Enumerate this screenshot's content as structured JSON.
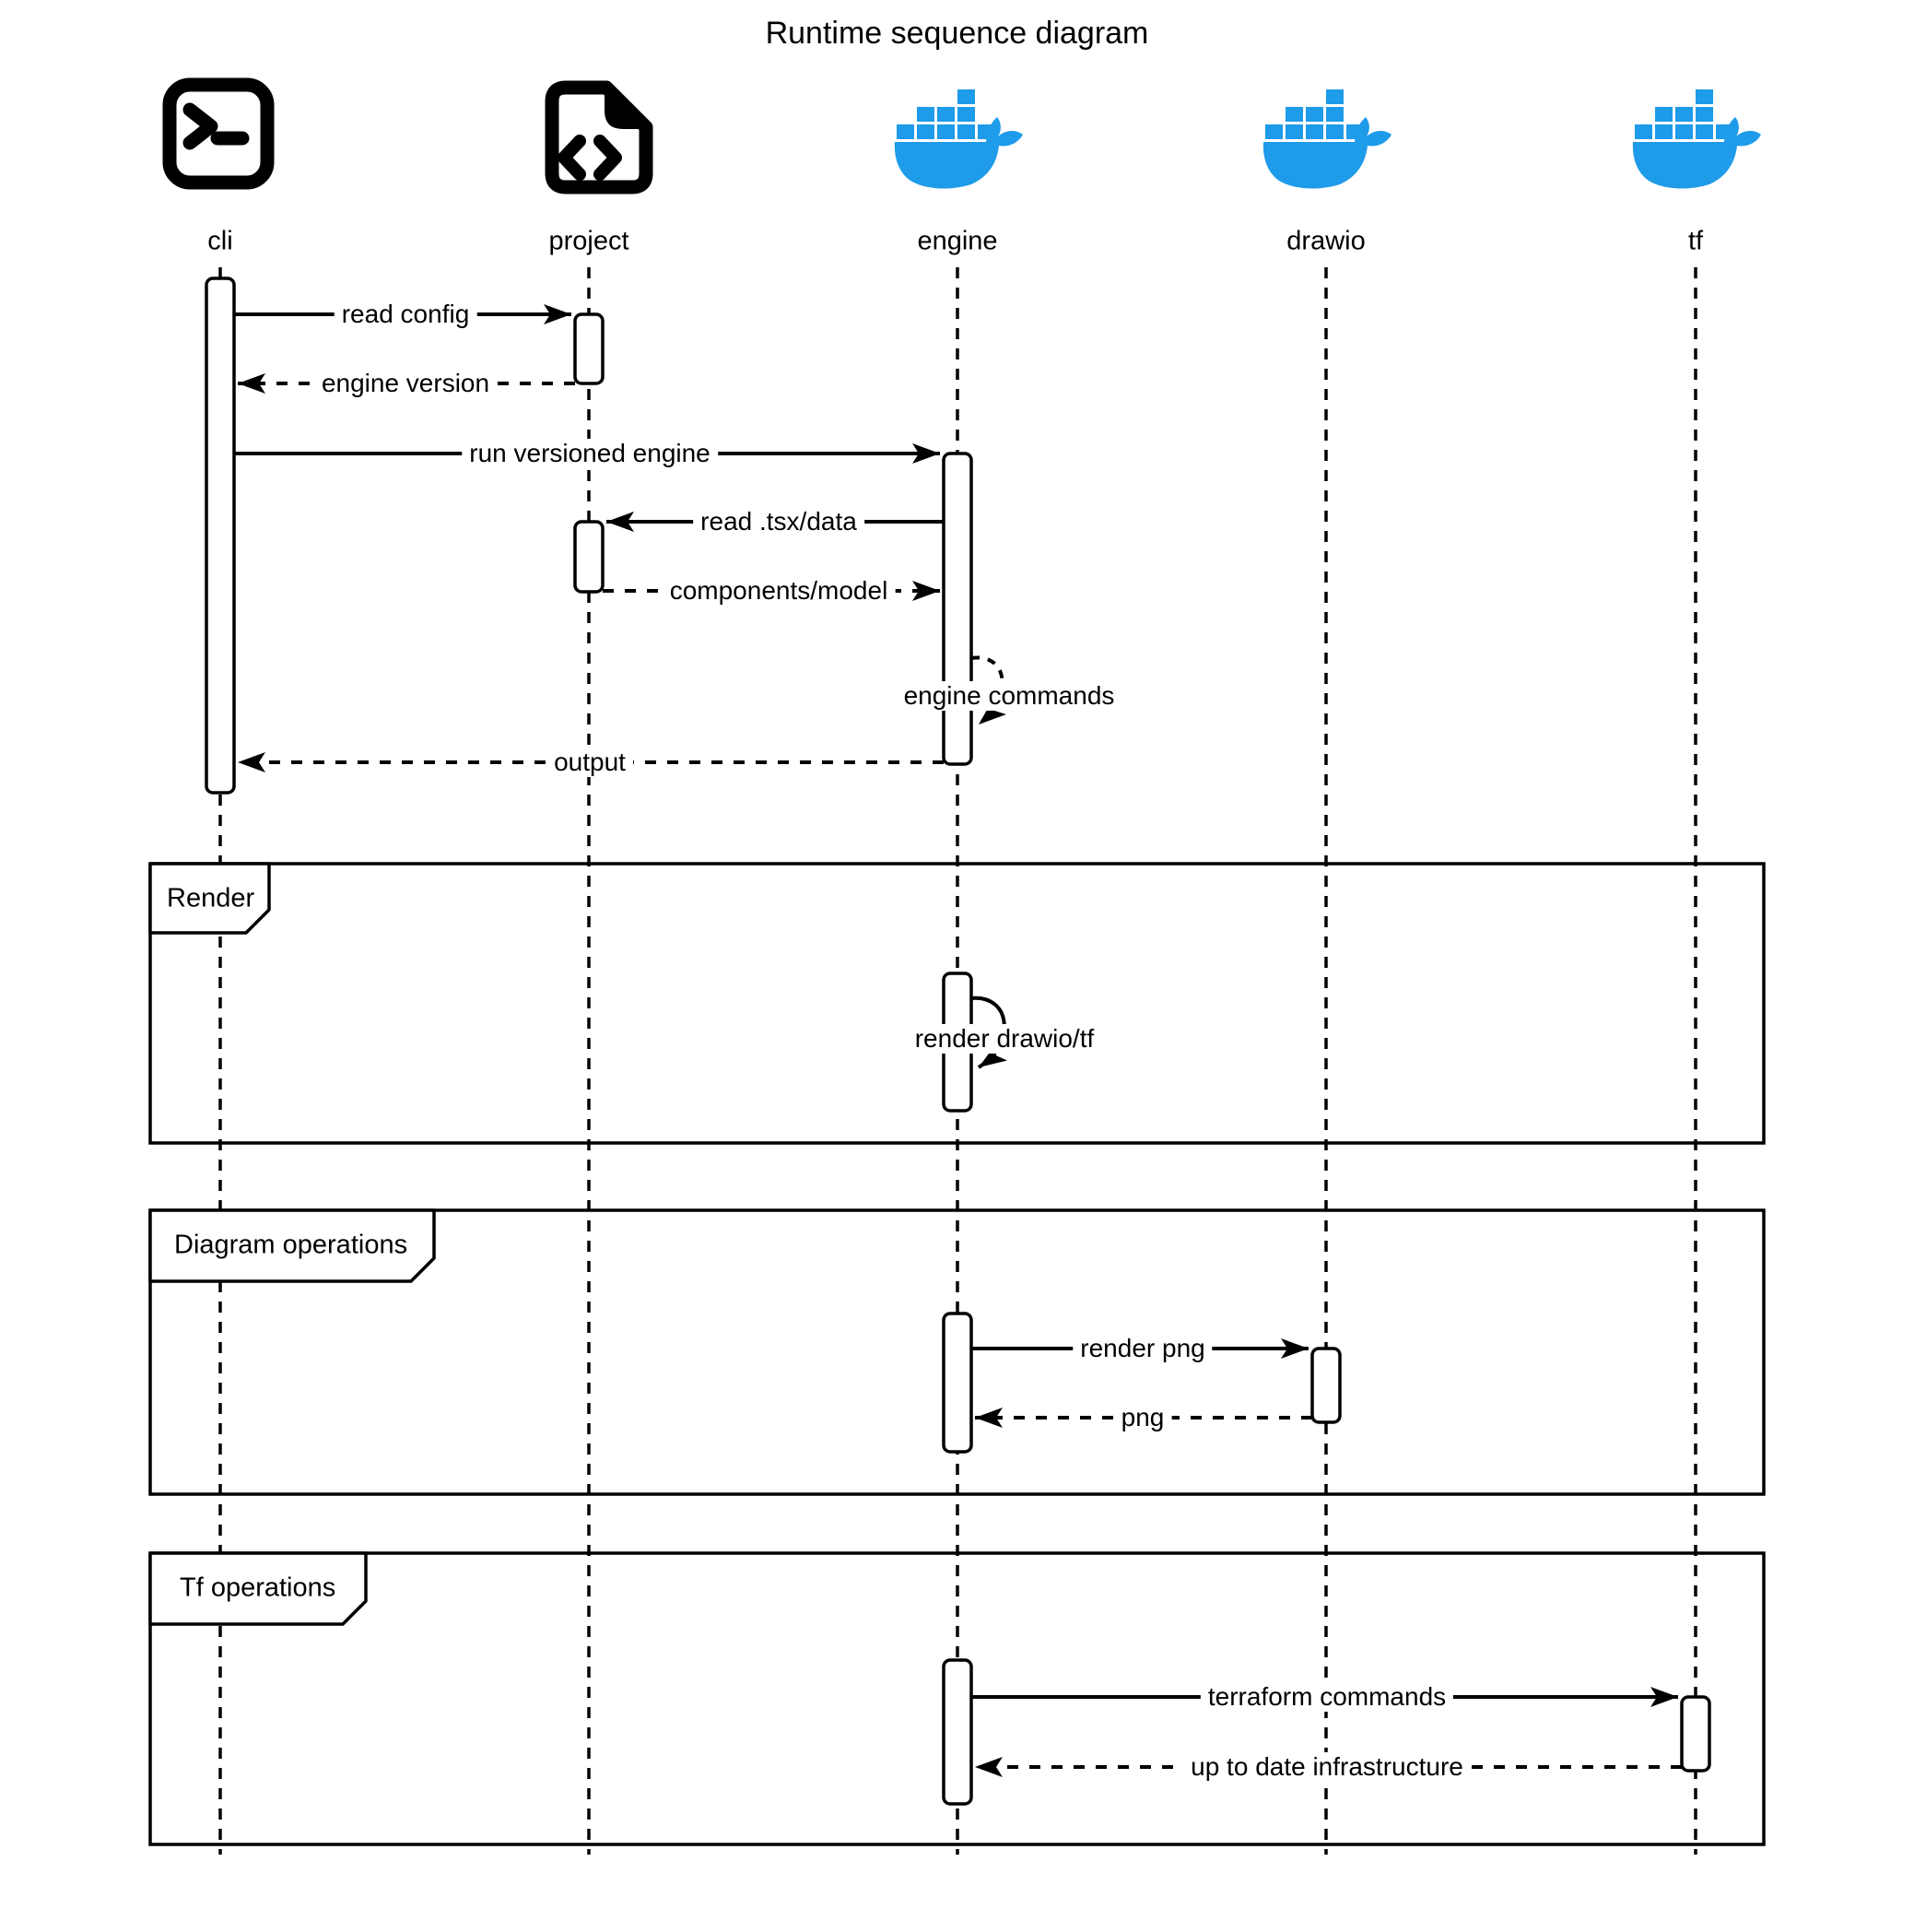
{
  "title": "Runtime sequence diagram",
  "colors": {
    "docker_blue": "#1E9BE9",
    "stroke": "#000000",
    "background": "#FFFFFF"
  },
  "actors": [
    {
      "id": "cli",
      "label": "cli",
      "icon": "terminal-icon"
    },
    {
      "id": "project",
      "label": "project",
      "icon": "file-code-icon"
    },
    {
      "id": "engine",
      "label": "engine",
      "icon": "docker-whale-icon"
    },
    {
      "id": "drawio",
      "label": "drawio",
      "icon": "docker-whale-icon"
    },
    {
      "id": "tf",
      "label": "tf",
      "icon": "docker-whale-icon"
    }
  ],
  "messages": [
    {
      "label": "read config",
      "from": "cli",
      "to": "project",
      "style": "solid"
    },
    {
      "label": "engine version",
      "from": "project",
      "to": "cli",
      "style": "dashed"
    },
    {
      "label": "run versioned engine",
      "from": "cli",
      "to": "engine",
      "style": "solid"
    },
    {
      "label": "read .tsx/data",
      "from": "engine",
      "to": "project",
      "style": "solid"
    },
    {
      "label": "components/model",
      "from": "project",
      "to": "engine",
      "style": "dashed"
    },
    {
      "label": "engine commands",
      "from": "engine",
      "to": "engine",
      "style": "dashed-self"
    },
    {
      "label": "output",
      "from": "engine",
      "to": "cli",
      "style": "dashed"
    },
    {
      "label": "render drawio/tf",
      "from": "engine",
      "to": "engine",
      "style": "solid-self"
    },
    {
      "label": "render png",
      "from": "engine",
      "to": "drawio",
      "style": "solid"
    },
    {
      "label": "png",
      "from": "drawio",
      "to": "engine",
      "style": "dashed"
    },
    {
      "label": "terraform commands",
      "from": "engine",
      "to": "tf",
      "style": "solid"
    },
    {
      "label": "up to date infrastructure",
      "from": "tf",
      "to": "engine",
      "style": "dashed"
    }
  ],
  "frames": [
    {
      "label": "Render"
    },
    {
      "label": "Diagram operations"
    },
    {
      "label": "Tf operations"
    }
  ]
}
